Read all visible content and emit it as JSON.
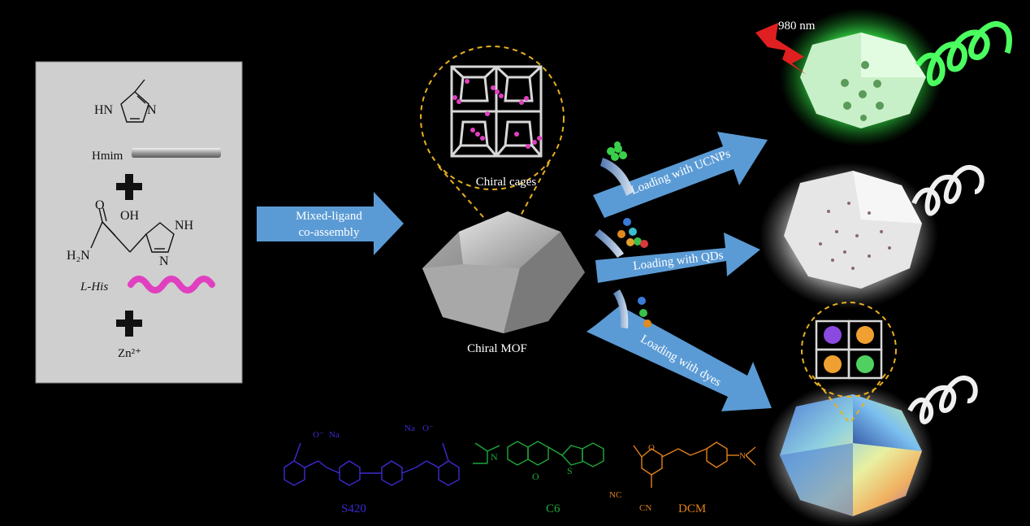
{
  "ligand_panel": {
    "hmim_ring_hn": "HN",
    "hmim_ring_n": "N",
    "hmim_label": "Hmim",
    "his_acid": "OH",
    "his_o": "O",
    "his_amine": "H₂N",
    "his_ring_nh": "NH",
    "his_ring_n": "N",
    "his_label": "L-His",
    "zinc_label": "Zn²⁺"
  },
  "assembly_arrow": {
    "line1": "Mixed-ligand",
    "line2": "co-assembly"
  },
  "mof": {
    "cages_label": "Chiral cages",
    "mof_label": "Chiral MOF"
  },
  "loading": {
    "ucnp_label": "Loading with UCNPs",
    "qd_label": "Loading with QDs",
    "dye_label": "Loading with dyes",
    "laser_label": "980 nm"
  },
  "dyes": [
    {
      "name": "S420",
      "color": "#3b2bd0"
    },
    {
      "name": "C6",
      "color": "#1fa83a"
    },
    {
      "name": "DCM",
      "color": "#e0801a"
    }
  ],
  "dye_atoms": {
    "na1": "Na",
    "na2": "Na",
    "o_minus1": "O⁻",
    "o_minus2": "O⁻",
    "nc": "NC",
    "cn": "CN",
    "c6_n": "N",
    "c6_s": "S",
    "c6_o": "O",
    "dcm_o": "O",
    "dcm_n": "N"
  },
  "colors": {
    "arrow": "#5b9bd5",
    "ucnp_glow": "#38d94a",
    "panel": "#cfcfcf",
    "his_ribbon": "#e040c0",
    "guide": "#e8b020"
  }
}
